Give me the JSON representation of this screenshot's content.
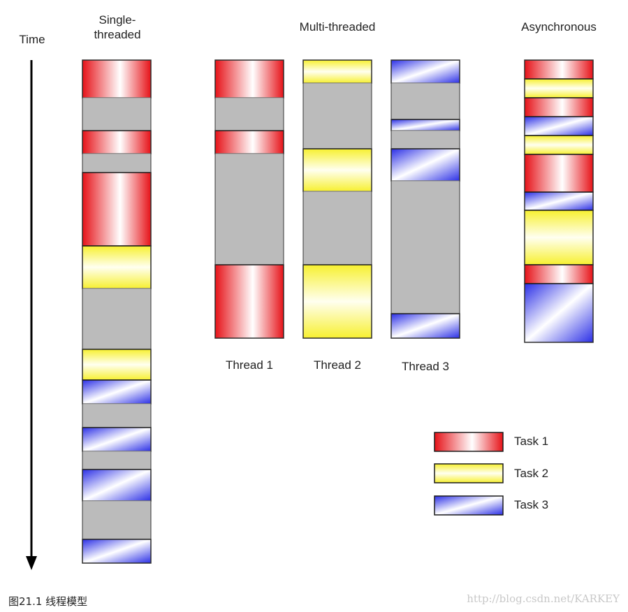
{
  "diagram": {
    "time_label": "Time",
    "columns": [
      {
        "title": "Single-\nthreaded",
        "caption": "",
        "blocks": [
          "t1",
          "idle",
          "t1",
          "idle",
          "t1",
          "t2",
          "idle",
          "t2",
          "t3",
          "idle",
          "t3",
          "idle",
          "t3",
          "idle",
          "t3"
        ]
      },
      {
        "title": "",
        "caption": "Thread 1",
        "blocks": [
          "t1",
          "idle",
          "t1",
          "idle",
          "t1"
        ]
      },
      {
        "title": "Multi-threaded",
        "caption": "Thread 2",
        "blocks": [
          "t2",
          "idle",
          "t2",
          "idle",
          "t2"
        ]
      },
      {
        "title": "",
        "caption": "Thread 3",
        "blocks": [
          "t3",
          "idle",
          "t3",
          "idle",
          "t3",
          "idle",
          "t3"
        ]
      },
      {
        "title": "Asynchronous",
        "caption": "",
        "blocks": [
          "t1",
          "t2",
          "t1",
          "t3",
          "t2",
          "t1",
          "t3",
          "t2",
          "t1",
          "t3"
        ]
      }
    ],
    "legend": [
      {
        "key": "t1",
        "label": "Task 1"
      },
      {
        "key": "t2",
        "label": "Task 2"
      },
      {
        "key": "t3",
        "label": "Task 3"
      }
    ],
    "colors": {
      "t1": "#e8171d",
      "t2": "#f5f03a",
      "t3": "#2f33e6",
      "idle": "#bbbbbb"
    }
  },
  "caption": "图21.1 线程模型",
  "watermark": "http://blog.csdn.net/KARKEY"
}
